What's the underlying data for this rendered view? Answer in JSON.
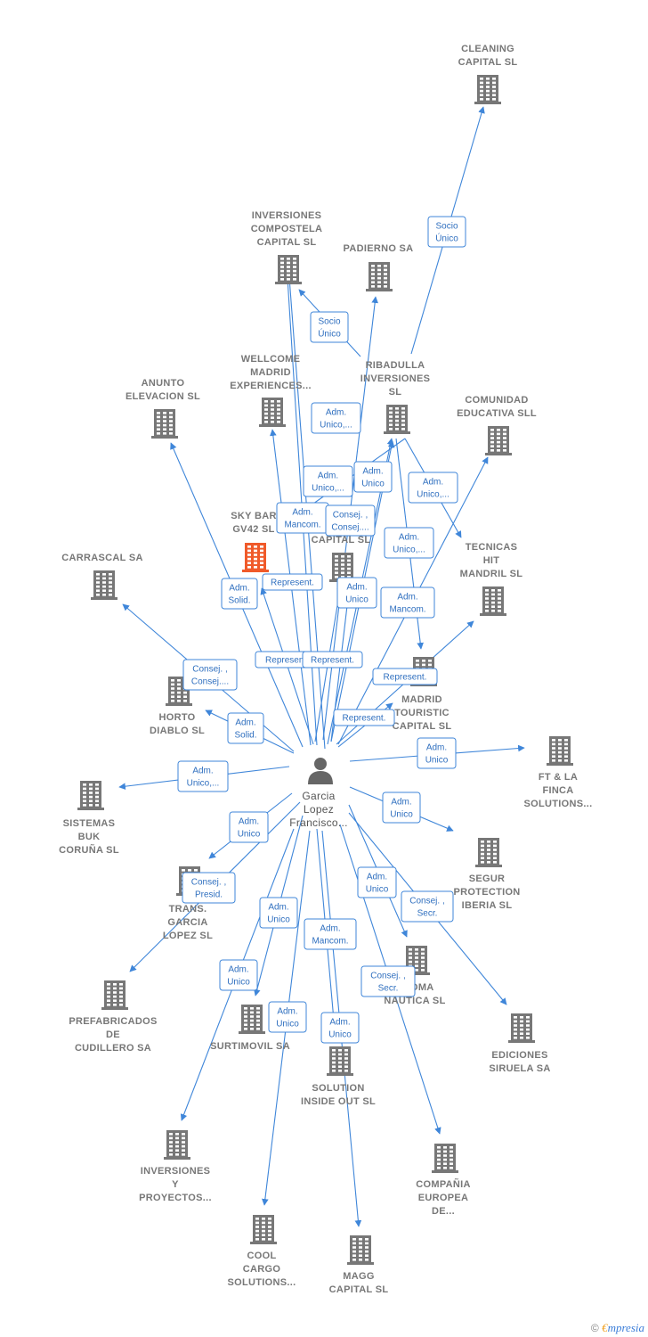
{
  "person": {
    "name_lines": [
      "Garcia",
      "Lopez",
      "Francisco..."
    ]
  },
  "companies": [
    {
      "id": "cleaning",
      "lines": [
        "CLEANING",
        "CAPITAL  SL"
      ]
    },
    {
      "id": "inv_compostela",
      "lines": [
        "INVERSIONES",
        "COMPOSTELA",
        "CAPITAL  SL"
      ]
    },
    {
      "id": "padierno",
      "lines": [
        "PADIERNO SA"
      ]
    },
    {
      "id": "wellcome",
      "lines": [
        "WELLCOME",
        "MADRID",
        "EXPERIENCES..."
      ]
    },
    {
      "id": "ribadulla",
      "lines": [
        "RIBADULLA",
        "INVERSIONES",
        "SL"
      ]
    },
    {
      "id": "anunto",
      "lines": [
        "ANUNTO",
        "ELEVACION  SL"
      ]
    },
    {
      "id": "comunidad",
      "lines": [
        "COMUNIDAD",
        "EDUCATIVA SLL"
      ]
    },
    {
      "id": "skybar",
      "lines": [
        "SKY BAR",
        "GV42  SL"
      ],
      "highlight": true
    },
    {
      "id": "capital_sl",
      "lines": [
        "CAPITAL  SL"
      ]
    },
    {
      "id": "tecnicas",
      "lines": [
        "TECNICAS",
        "HIT",
        "MANDRIL SL"
      ]
    },
    {
      "id": "carrascal",
      "lines": [
        "CARRASCAL SA"
      ]
    },
    {
      "id": "horto",
      "lines": [
        "HORTO",
        "DIABLO  SL"
      ]
    },
    {
      "id": "madrid_tour",
      "lines": [
        "MADRID",
        "TOURISTIC",
        "CAPITAL  SL"
      ]
    },
    {
      "id": "ftfinca",
      "lines": [
        "FT & LA",
        "FINCA",
        "SOLUTIONS..."
      ]
    },
    {
      "id": "sistemas",
      "lines": [
        "SISTEMAS",
        "BUK",
        "CORUÑA SL"
      ]
    },
    {
      "id": "segur",
      "lines": [
        "SEGUR",
        "PROTECTION",
        "IBERIA SL"
      ]
    },
    {
      "id": "trans",
      "lines": [
        "TRANS.",
        "GARCIA",
        "LOPEZ SL"
      ]
    },
    {
      "id": "prefab",
      "lines": [
        "PREFABRICADOS",
        "DE",
        "CUDILLERO SA"
      ]
    },
    {
      "id": "surtimovil",
      "lines": [
        "SURTIMOVIL SA"
      ]
    },
    {
      "id": "aroma",
      "lines": [
        "AROMA",
        "NAUTICA SL"
      ]
    },
    {
      "id": "ediciones",
      "lines": [
        "EDICIONES",
        "SIRUELA SA"
      ]
    },
    {
      "id": "solution",
      "lines": [
        "SOLUTION",
        "INSIDE OUT SL"
      ]
    },
    {
      "id": "inv_proyectos",
      "lines": [
        "INVERSIONES",
        "Y",
        "PROYECTOS..."
      ]
    },
    {
      "id": "europea",
      "lines": [
        "COMPAÑIA",
        "EUROPEA",
        "DE..."
      ]
    },
    {
      "id": "coolcargo",
      "lines": [
        "COOL",
        "CARGO",
        "SOLUTIONS..."
      ]
    },
    {
      "id": "magg",
      "lines": [
        "MAGG",
        "CAPITAL  SL"
      ]
    }
  ],
  "edge_labels": [
    {
      "id": "e_cleaning",
      "lines": [
        "Socio",
        "Único"
      ]
    },
    {
      "id": "e_compostela",
      "lines": [
        "Socio",
        "Único"
      ]
    },
    {
      "id": "e_padierno",
      "lines": [
        "Adm.",
        "Unico,..."
      ]
    },
    {
      "id": "e_ribadulla_a",
      "lines": [
        "Adm.",
        "Unico,..."
      ]
    },
    {
      "id": "e_ribadulla_b",
      "lines": [
        "Adm.",
        "Unico"
      ]
    },
    {
      "id": "e_comunidad",
      "lines": [
        "Adm.",
        "Unico,..."
      ]
    },
    {
      "id": "e_wellcome",
      "lines": [
        "Adm.",
        "Mancom."
      ]
    },
    {
      "id": "e_capital",
      "lines": [
        "Consej. ,",
        "Consej...."
      ]
    },
    {
      "id": "e_tecnicas",
      "lines": [
        "Adm.",
        "Unico,..."
      ]
    },
    {
      "id": "e_anunto",
      "lines": [
        "Adm.",
        "Solid."
      ]
    },
    {
      "id": "e_skybar",
      "lines": [
        "Represent."
      ]
    },
    {
      "id": "e_capital2",
      "lines": [
        "Adm.",
        "Unico"
      ]
    },
    {
      "id": "e_madrid_a",
      "lines": [
        "Adm.",
        "Mancom."
      ]
    },
    {
      "id": "e_carrascal",
      "lines": [
        "Consej. ,",
        "Consej...."
      ]
    },
    {
      "id": "e_represent1",
      "lines": [
        "Represent."
      ]
    },
    {
      "id": "e_represent2",
      "lines": [
        "Represent."
      ]
    },
    {
      "id": "e_represent3",
      "lines": [
        "Represent."
      ]
    },
    {
      "id": "e_represent4",
      "lines": [
        "Represent."
      ]
    },
    {
      "id": "e_horto",
      "lines": [
        "Adm.",
        "Solid."
      ]
    },
    {
      "id": "e_ftfinca",
      "lines": [
        "Adm.",
        "Unico"
      ]
    },
    {
      "id": "e_sistemas",
      "lines": [
        "Adm.",
        "Unico,..."
      ]
    },
    {
      "id": "e_segur",
      "lines": [
        "Adm.",
        "Unico"
      ]
    },
    {
      "id": "e_trans",
      "lines": [
        "Adm.",
        "Unico"
      ]
    },
    {
      "id": "e_prefab",
      "lines": [
        "Consej. ,",
        "Presid."
      ]
    },
    {
      "id": "e_aroma",
      "lines": [
        "Adm.",
        "Unico"
      ]
    },
    {
      "id": "e_ediciones",
      "lines": [
        "Consej. ,",
        "Secr."
      ]
    },
    {
      "id": "e_surtimovil",
      "lines": [
        "Adm.",
        "Unico"
      ]
    },
    {
      "id": "e_solution",
      "lines": [
        "Adm.",
        "Mancom."
      ]
    },
    {
      "id": "e_invproy",
      "lines": [
        "Adm.",
        "Unico"
      ]
    },
    {
      "id": "e_europea",
      "lines": [
        "Consej. ,",
        "Secr."
      ]
    },
    {
      "id": "e_coolcargo",
      "lines": [
        "Adm.",
        "Unico"
      ]
    },
    {
      "id": "e_magg",
      "lines": [
        "Adm.",
        "Unico"
      ]
    }
  ],
  "footer": {
    "copyright": "©",
    "brand_first": "€",
    "brand_rest": "mpresia"
  }
}
